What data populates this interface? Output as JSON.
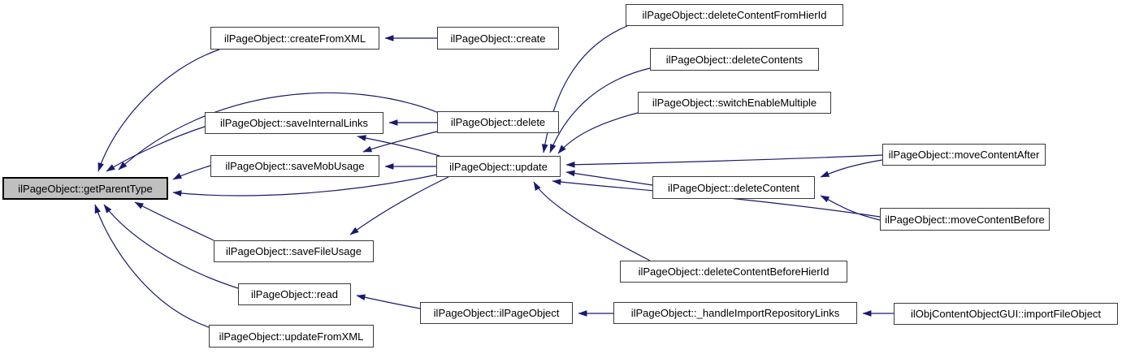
{
  "diagram": {
    "type": "caller-graph",
    "highlighted_node": "getParentType",
    "colors": {
      "edge": "#191970",
      "node_background": "#ffffff",
      "node_border": "#3a3a3a",
      "highlight_background": "#bfbfbf",
      "highlight_border": "#000000",
      "background": "#ffffff",
      "text": "#000000"
    },
    "nodes": [
      {
        "id": "getParentType",
        "label": "ilPageObject::getParentType"
      },
      {
        "id": "createFromXML",
        "label": "ilPageObject::createFromXML"
      },
      {
        "id": "create",
        "label": "ilPageObject::create"
      },
      {
        "id": "saveInternalLinks",
        "label": "ilPageObject::saveInternalLinks"
      },
      {
        "id": "delete",
        "label": "ilPageObject::delete"
      },
      {
        "id": "saveMobUsage",
        "label": "ilPageObject::saveMobUsage"
      },
      {
        "id": "update",
        "label": "ilPageObject::update"
      },
      {
        "id": "deleteContentFromHierId",
        "label": "ilPageObject::deleteContentFromHierId"
      },
      {
        "id": "deleteContents",
        "label": "ilPageObject::deleteContents"
      },
      {
        "id": "switchEnableMultiple",
        "label": "ilPageObject::switchEnableMultiple"
      },
      {
        "id": "moveContentAfter",
        "label": "ilPageObject::moveContentAfter"
      },
      {
        "id": "deleteContent",
        "label": "ilPageObject::deleteContent"
      },
      {
        "id": "moveContentBefore",
        "label": "ilPageObject::moveContentBefore"
      },
      {
        "id": "saveFileUsage",
        "label": "ilPageObject::saveFileUsage"
      },
      {
        "id": "read",
        "label": "ilPageObject::read"
      },
      {
        "id": "updateFromXML",
        "label": "ilPageObject::updateFromXML"
      },
      {
        "id": "deleteContentBeforeHierId",
        "label": "ilPageObject::deleteContentBeforeHierId"
      },
      {
        "id": "ilPageObject",
        "label": "ilPageObject::ilPageObject"
      },
      {
        "id": "handleImportRepositoryLinks",
        "label": "ilPageObject::_handleImportRepositoryLinks"
      },
      {
        "id": "importFileObject",
        "label": "ilObjContentObjectGUI::importFileObject"
      }
    ],
    "edges": [
      {
        "from": "create",
        "to": "createFromXML"
      },
      {
        "from": "createFromXML",
        "to": "getParentType"
      },
      {
        "from": "delete",
        "to": "getParentType"
      },
      {
        "from": "saveInternalLinks",
        "to": "getParentType"
      },
      {
        "from": "saveMobUsage",
        "to": "getParentType"
      },
      {
        "from": "update",
        "to": "getParentType"
      },
      {
        "from": "update",
        "to": "saveInternalLinks"
      },
      {
        "from": "update",
        "to": "saveMobUsage"
      },
      {
        "from": "update",
        "to": "saveFileUsage"
      },
      {
        "from": "delete",
        "to": "saveInternalLinks"
      },
      {
        "from": "delete",
        "to": "saveMobUsage"
      },
      {
        "from": "saveFileUsage",
        "to": "getParentType"
      },
      {
        "from": "read",
        "to": "getParentType"
      },
      {
        "from": "updateFromXML",
        "to": "getParentType"
      },
      {
        "from": "ilPageObject",
        "to": "read"
      },
      {
        "from": "handleImportRepositoryLinks",
        "to": "ilPageObject"
      },
      {
        "from": "importFileObject",
        "to": "handleImportRepositoryLinks"
      },
      {
        "from": "deleteContentFromHierId",
        "to": "update"
      },
      {
        "from": "deleteContents",
        "to": "update"
      },
      {
        "from": "switchEnableMultiple",
        "to": "update"
      },
      {
        "from": "moveContentAfter",
        "to": "update"
      },
      {
        "from": "moveContentAfter",
        "to": "deleteContent"
      },
      {
        "from": "deleteContent",
        "to": "update"
      },
      {
        "from": "moveContentBefore",
        "to": "deleteContent"
      },
      {
        "from": "moveContentBefore",
        "to": "update"
      },
      {
        "from": "deleteContentBeforeHierId",
        "to": "update"
      }
    ]
  }
}
